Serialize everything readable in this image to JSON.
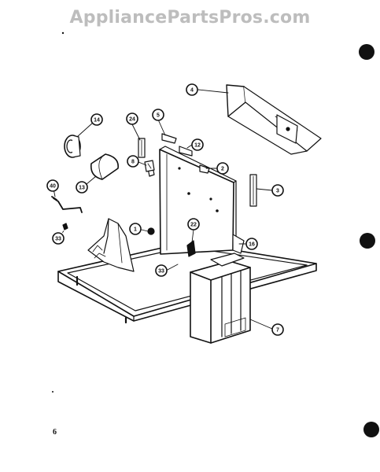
{
  "watermark": "AppliancePartsPros.com",
  "page_number": "6",
  "callouts": [
    {
      "label": "4"
    },
    {
      "label": "5"
    },
    {
      "label": "24"
    },
    {
      "label": "14"
    },
    {
      "label": "12"
    },
    {
      "label": "8"
    },
    {
      "label": "2"
    },
    {
      "label": "13"
    },
    {
      "label": "3"
    },
    {
      "label": "40"
    },
    {
      "label": "1"
    },
    {
      "label": "22"
    },
    {
      "label": "33"
    },
    {
      "label": "16"
    },
    {
      "label": "33"
    },
    {
      "label": "7"
    }
  ],
  "colors": {
    "ink": "#111111",
    "watermark": "#bdbdbd",
    "paper": "#ffffff"
  }
}
